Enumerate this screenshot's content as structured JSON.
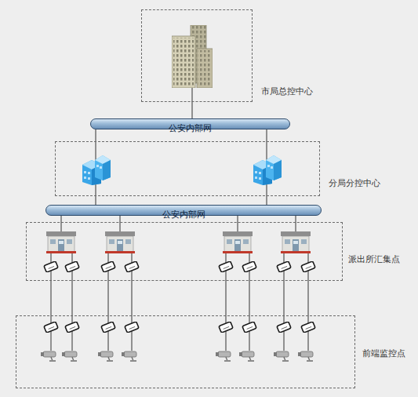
{
  "diagram": {
    "nodes": [
      {
        "text": [
          "市局总控中心"
        ]
      },
      {
        "text": [
          "公安内部网"
        ]
      },
      {
        "text": [
          "分局分控中心"
        ]
      },
      {
        "text": [
          "公安内部网"
        ]
      },
      {
        "text": [
          "派出所汇集点"
        ]
      },
      {
        "text": [
          "前端监控点"
        ]
      }
    ],
    "edges": [
      {
        "from": 0,
        "to": 1,
        "arrow": "none"
      },
      {
        "from": 2,
        "to": 1,
        "arrow": "none"
      },
      {
        "from": 2,
        "to": 1,
        "arrow": "none"
      },
      {
        "from": 2,
        "to": 3,
        "arrow": "none"
      },
      {
        "from": 2,
        "to": 3,
        "arrow": "none"
      },
      {
        "from": 4,
        "to": 3,
        "arrow": "none"
      },
      {
        "from": 4,
        "to": 3,
        "arrow": "none"
      },
      {
        "from": 4,
        "to": 3,
        "arrow": "none"
      },
      {
        "from": 4,
        "to": 3,
        "arrow": "none"
      },
      {
        "from": 4,
        "to": 5,
        "arrow": "none"
      },
      {
        "from": 4,
        "to": 5,
        "arrow": "none"
      },
      {
        "from": 4,
        "to": 5,
        "arrow": "none"
      },
      {
        "from": 4,
        "to": 5,
        "arrow": "none"
      },
      {
        "from": 4,
        "to": 5,
        "arrow": "none"
      },
      {
        "from": 4,
        "to": 5,
        "arrow": "none"
      },
      {
        "from": 4,
        "to": 5,
        "arrow": "none"
      },
      {
        "from": 4,
        "to": 5,
        "arrow": "none"
      }
    ]
  }
}
